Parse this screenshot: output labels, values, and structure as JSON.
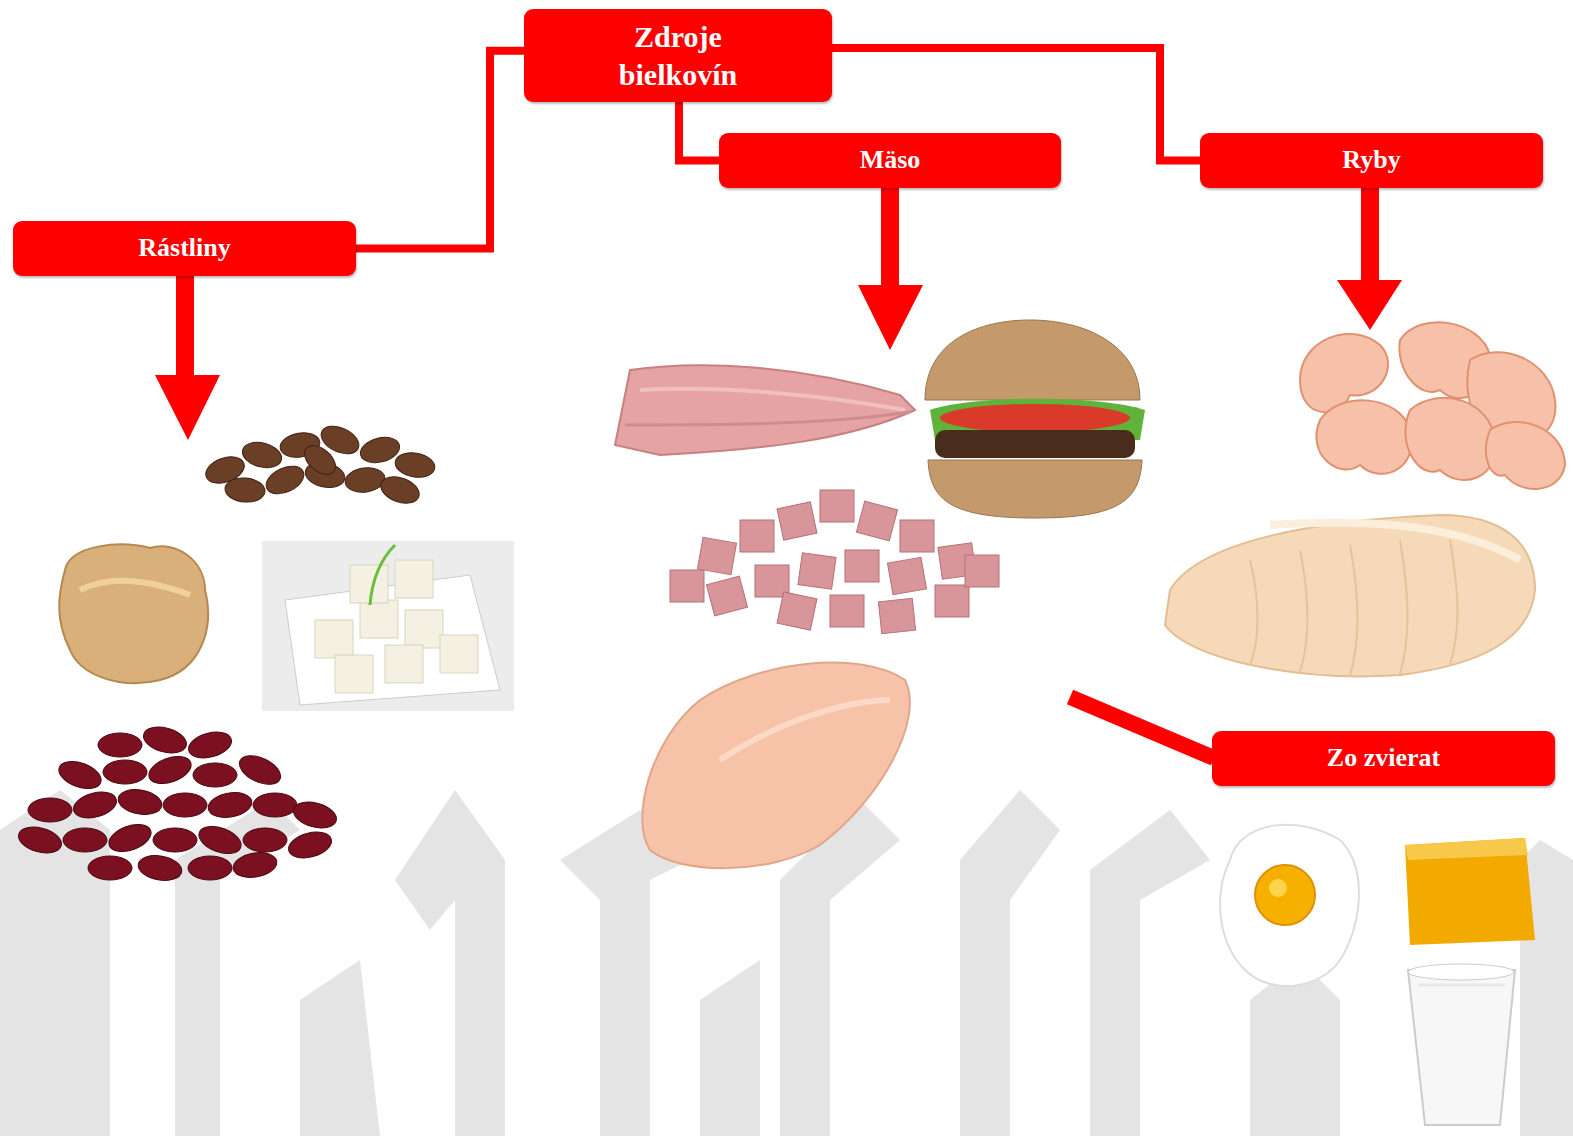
{
  "diagram": {
    "nodes": [
      {
        "text": [
          "Zdroje bielkovín"
        ]
      },
      {
        "text": [
          "Rástliny"
        ]
      },
      {
        "text": [
          "Mäso"
        ]
      },
      {
        "text": [
          "Ryby"
        ]
      },
      {
        "text": [
          "Zo zvierat"
        ]
      }
    ],
    "edges": [
      {
        "from": 0,
        "to": 1,
        "arrow": "none"
      },
      {
        "from": 0,
        "to": 2,
        "arrow": "none"
      },
      {
        "from": 0,
        "to": 3,
        "arrow": "none"
      }
    ]
  }
}
